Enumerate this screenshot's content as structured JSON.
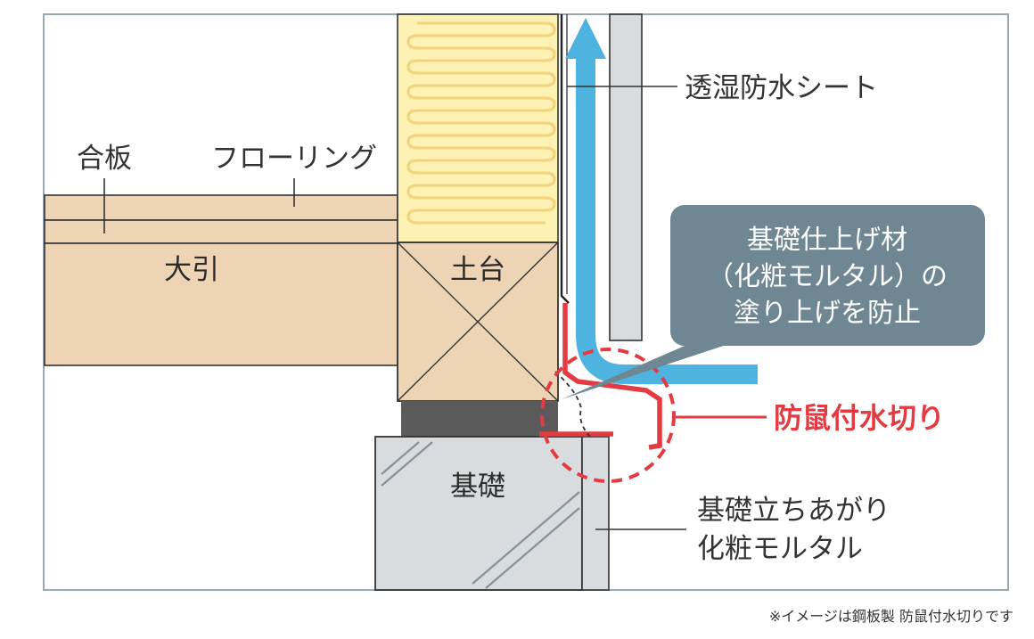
{
  "labels": {
    "plywood": "合板",
    "flooring": "フローリング",
    "beam": "大引",
    "sill": "土台",
    "foundation": "基礎",
    "membrane": "透湿防水シート",
    "foundation_finish_line1": "基礎立ちあがり",
    "foundation_finish_line2": "化粧モルタル",
    "flashing": "防鼠付水切り"
  },
  "callout": {
    "line1": "基礎仕上げ材",
    "line2": "（化粧モルタル）の",
    "line3": "塗り上げを防止"
  },
  "footnote": "※イメージは鋼板製 防鼠付水切りです",
  "colors": {
    "wood": "#ecd4b4",
    "insulation": "#fdf2b3",
    "insulation_stroke": "#f2d27a",
    "concrete": "#d9dcde",
    "packing": "#5a5a5a",
    "airflow": "#4fb3e0",
    "accent_red": "#e23b42",
    "callout_bg": "#6f8793",
    "frame": "#9aa8b0"
  }
}
